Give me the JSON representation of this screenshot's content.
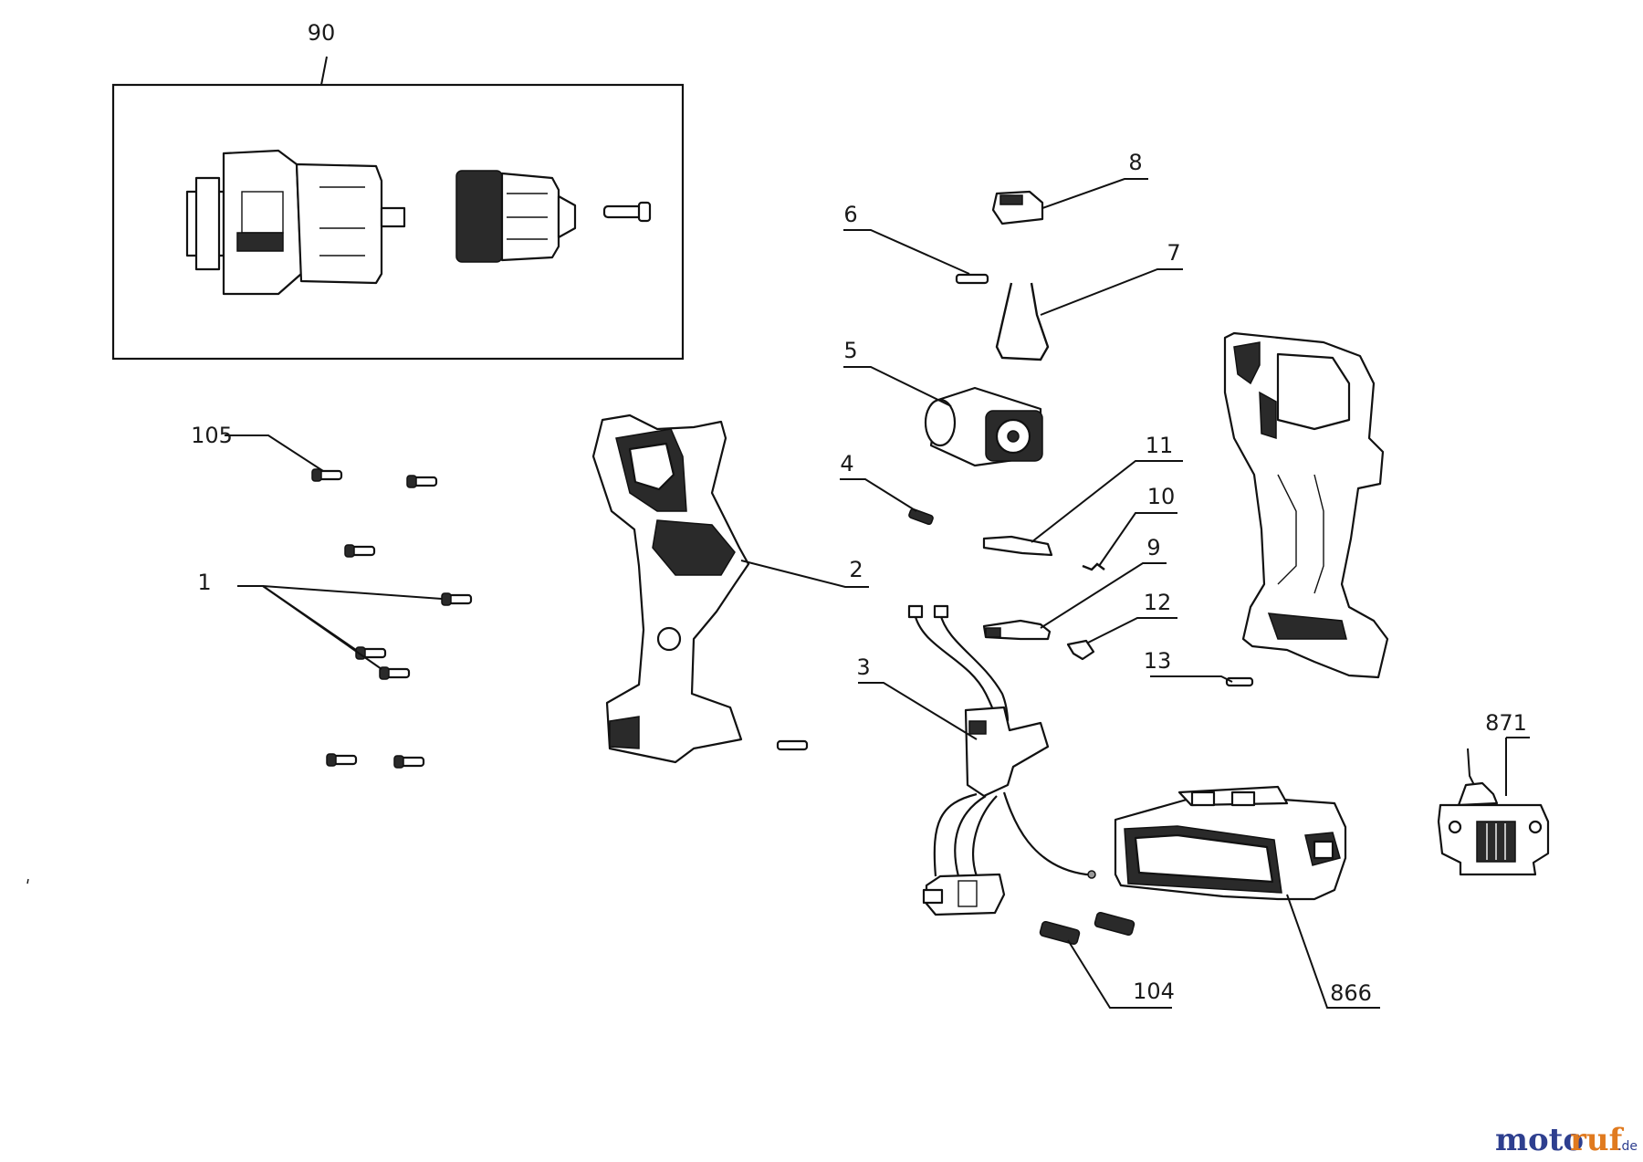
{
  "callouts": [
    {
      "id": "c90",
      "text": "90"
    },
    {
      "id": "c8",
      "text": "8"
    },
    {
      "id": "c6",
      "text": "6"
    },
    {
      "id": "c7",
      "text": "7"
    },
    {
      "id": "c5",
      "text": "5"
    },
    {
      "id": "c105",
      "text": "105"
    },
    {
      "id": "c11",
      "text": "11"
    },
    {
      "id": "c4",
      "text": "4"
    },
    {
      "id": "c10",
      "text": "10"
    },
    {
      "id": "c9",
      "text": "9"
    },
    {
      "id": "c2",
      "text": "2"
    },
    {
      "id": "c1",
      "text": "1"
    },
    {
      "id": "c12",
      "text": "12"
    },
    {
      "id": "c13",
      "text": "13"
    },
    {
      "id": "c3",
      "text": "3"
    },
    {
      "id": "c871",
      "text": "871"
    },
    {
      "id": "c104",
      "text": "104"
    },
    {
      "id": "c866",
      "text": "866"
    }
  ],
  "watermark": {
    "brand_a": "moto",
    "brand_b": "ruf",
    "tld": ".de"
  },
  "colors": {
    "line": "#111111",
    "watermark_blue": "#2e3f8f",
    "watermark_orange": "#e07a1f"
  }
}
